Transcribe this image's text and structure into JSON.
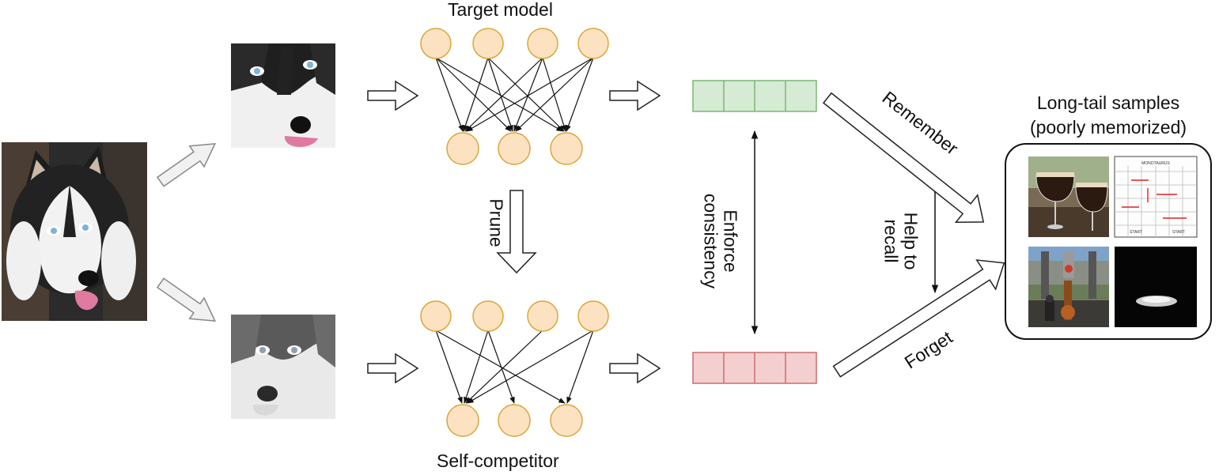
{
  "diagram": {
    "labels": {
      "target_model": "Target model",
      "self_competitor": "Self-competitor",
      "prune": "Prune",
      "enforce_line1": "Enforce",
      "enforce_line2": "consistency",
      "remember": "Remember",
      "forget": "Forget",
      "help_line1": "Help to",
      "help_line2": "recall",
      "longtail_line1": "Long-tail samples",
      "longtail_line2": "(poorly memorized)",
      "grid_title": "MONOTAURUS",
      "grid_start": "START"
    },
    "colors": {
      "node_fill": "#fde2c2",
      "node_stroke": "#d9a73a",
      "green_fill": "#d5ebd4",
      "green_stroke": "#7bb673",
      "red_fill": "#f4cfcf",
      "red_stroke": "#cc6e6e",
      "arrow_fill": "#ffffff",
      "arrow_stroke": "#222222",
      "gray_arrow_fill": "#f1f1f1",
      "gray_arrow_stroke": "#888888"
    },
    "icons": {
      "input_image": "husky-photo",
      "augmented_color": "husky-crop-color",
      "augmented_gray": "husky-crop-grayscale",
      "sample_1": "beer-glasses-photo",
      "sample_2": "maze-grid-image",
      "sample_3": "game-scene-image",
      "sample_4": "dark-spotlight-image"
    }
  }
}
